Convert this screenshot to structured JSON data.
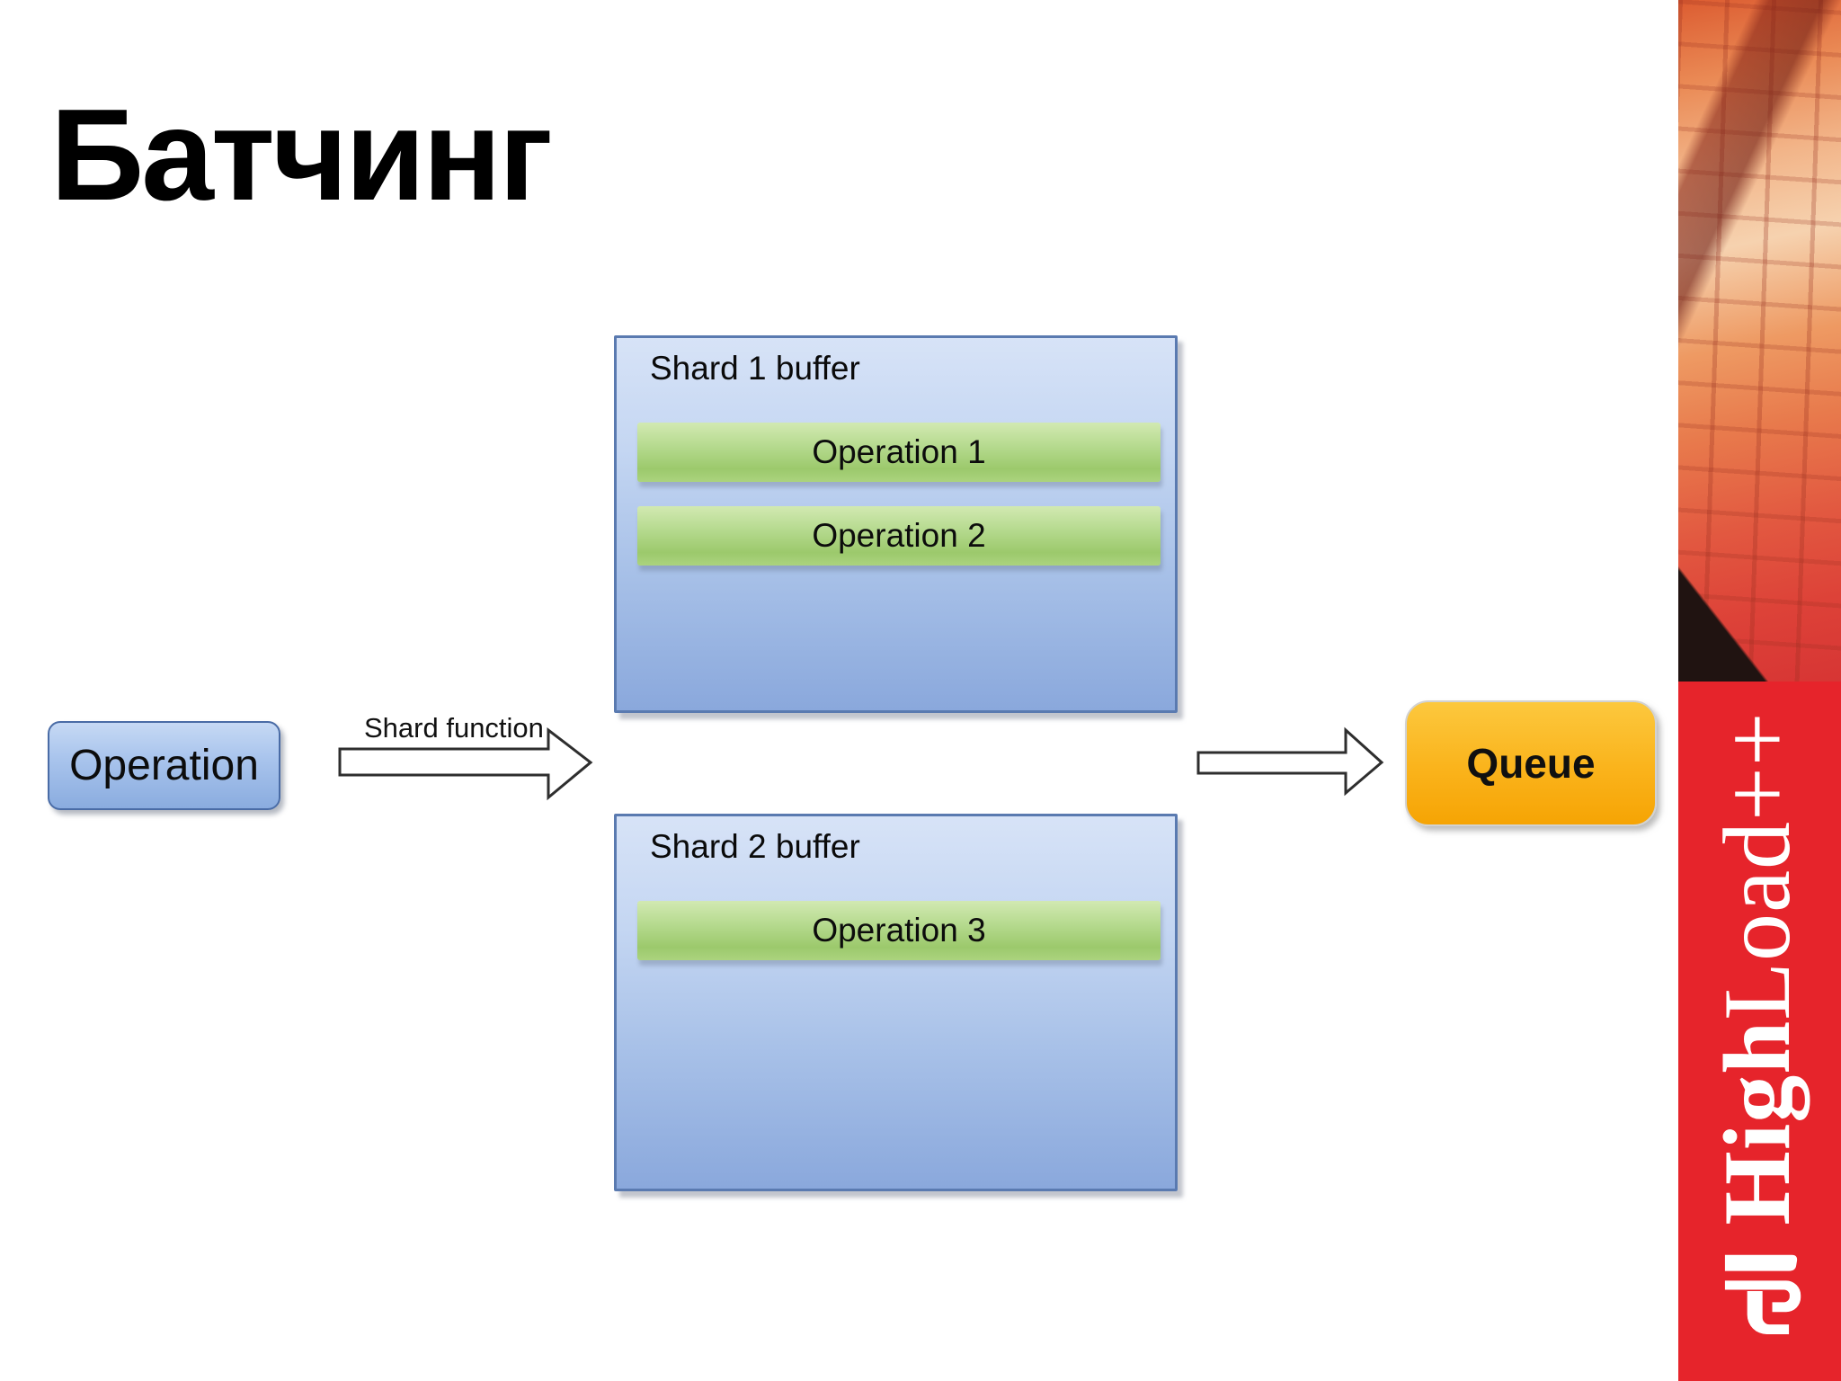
{
  "slide": {
    "title": "Батчинг"
  },
  "diagram": {
    "operation": {
      "label": "Operation"
    },
    "arrow": {
      "label": "Shard function"
    },
    "shard1": {
      "title": "Shard 1 buffer",
      "operations": [
        "Operation 1",
        "Operation 2"
      ]
    },
    "shard2": {
      "title": "Shard 2 buffer",
      "operations": [
        "Operation 3"
      ]
    },
    "queue": {
      "label": "Queue"
    }
  },
  "sidebar": {
    "brand": {
      "bold": "High",
      "serif": "Load",
      "plus": "++"
    }
  },
  "colors": {
    "accent_red": "#E6242B",
    "buffer_blue_top": "#D7E3F7",
    "buffer_blue_bottom": "#8AA8DC",
    "bar_green": "#A2CF74",
    "operation_blue": "#8FB1E4",
    "queue_orange": "#F7A60A"
  }
}
